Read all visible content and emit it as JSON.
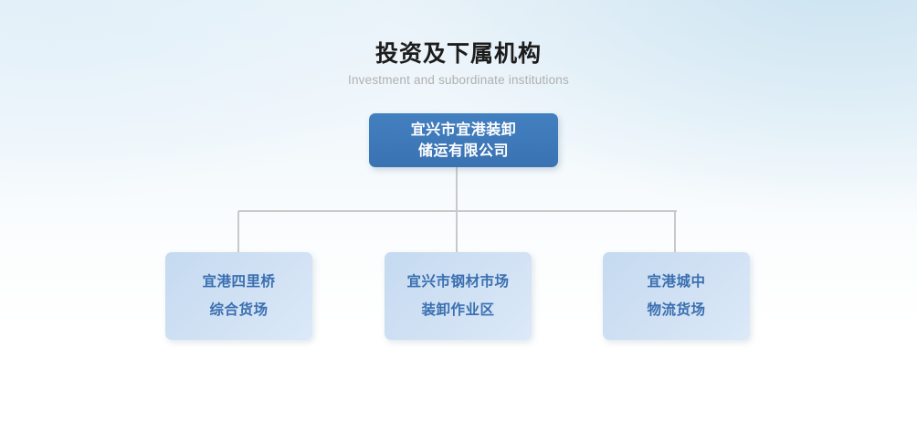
{
  "header": {
    "title": "投资及下属机构",
    "subtitle": "Investment and subordinate institutions"
  },
  "org_chart": {
    "root": {
      "label": "宜兴市宜港装卸\n储运有限公司",
      "bg_color": "#3a72b2",
      "text_color": "#ffffff"
    },
    "children": [
      {
        "label": "宜港四里桥\n综合货场",
        "bg_color": "#cfe0f3",
        "text_color": "#3a6fb0"
      },
      {
        "label": "宜兴市钢材市场\n装卸作业区",
        "bg_color": "#cfe0f3",
        "text_color": "#3a6fb0"
      },
      {
        "label": "宜港城中\n物流货场",
        "bg_color": "#cfe0f3",
        "text_color": "#3a6fb0"
      }
    ],
    "connector_color": "#c9c9c9"
  }
}
